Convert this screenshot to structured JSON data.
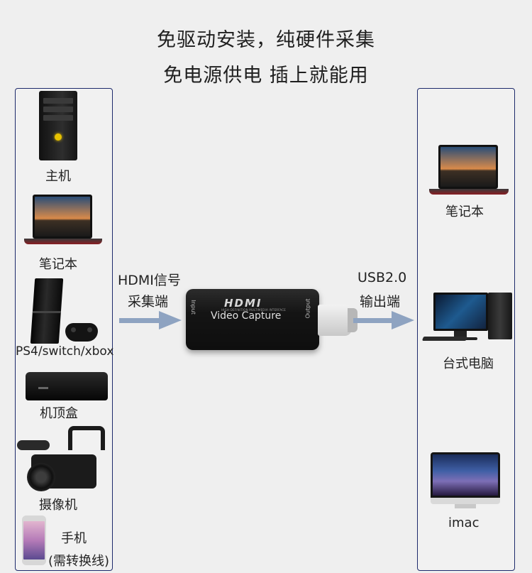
{
  "headline": {
    "line1": "免驱动安装，纯硬件采集",
    "line2": "免电源供电 插上就能用"
  },
  "left_panel": {
    "items": [
      {
        "label": "主机",
        "icon": "desktop-tower-icon"
      },
      {
        "label": "笔记本",
        "icon": "laptop-icon"
      },
      {
        "label": "PS4/switch/xbox",
        "icon": "game-console-icon"
      },
      {
        "label": "机顶盒",
        "icon": "set-top-box-icon"
      },
      {
        "label": "摄像机",
        "icon": "video-camera-icon"
      },
      {
        "label": "手机",
        "sublabel": "(需转换线)",
        "icon": "phone-icon"
      }
    ]
  },
  "middle": {
    "input_label_1": "HDMI信号",
    "input_label_2": "采集端",
    "output_label_1": "USB2.0",
    "output_label_2": "输出端",
    "device": {
      "logo": "HDMI",
      "logo_sub": "HIGH-DEFINITION MULTIMEDIA INTERFACE",
      "name": "Video Capture",
      "port_in": "Input",
      "port_out": "Output"
    }
  },
  "right_panel": {
    "items": [
      {
        "label": "笔记本",
        "icon": "laptop-icon"
      },
      {
        "label": "台式电脑",
        "icon": "desktop-computer-icon"
      },
      {
        "label": "imac",
        "icon": "imac-icon"
      }
    ]
  },
  "colors": {
    "panel_border": "#1d2a6b",
    "arrow": "#8ea3c1",
    "background": "#efefef"
  }
}
